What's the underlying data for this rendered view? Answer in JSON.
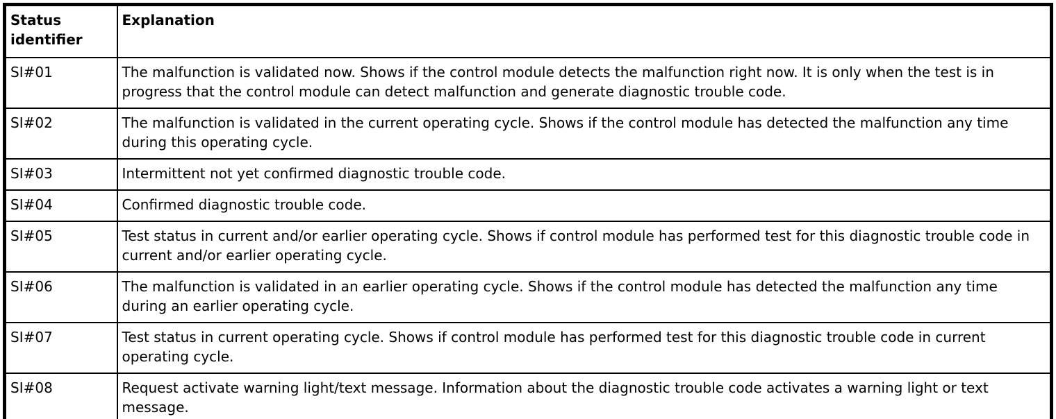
{
  "document": {
    "kind": "status-identifier-reference-table",
    "colors": {
      "border": "#000000",
      "background": "#ffffff",
      "text": "#000000"
    }
  },
  "table": {
    "columns": [
      {
        "label": "Status identifier"
      },
      {
        "label": "Explanation"
      }
    ],
    "rows": [
      {
        "id": "SI#01",
        "explanation": "The malfunction is validated now. Shows if the control module detects the malfunction right now. It is only when the test is in progress that the control module can detect malfunction and generate diagnostic trouble code."
      },
      {
        "id": "SI#02",
        "explanation": "The malfunction is validated in the current operating cycle. Shows if the control module has detected the malfunction any time during this operating cycle."
      },
      {
        "id": "SI#03",
        "explanation": "Intermittent not yet confirmed diagnostic trouble code."
      },
      {
        "id": "SI#04",
        "explanation": "Confirmed diagnostic trouble code."
      },
      {
        "id": "SI#05",
        "explanation": "Test status in current and/or earlier operating cycle. Shows if control module has performed test for this diagnostic trouble code in current and/or earlier operating cycle."
      },
      {
        "id": "SI#06",
        "explanation": "The malfunction is validated in an earlier operating cycle. Shows if the control module has detected the malfunction any time during an earlier operating cycle."
      },
      {
        "id": "SI#07",
        "explanation": "Test status in current operating cycle. Shows if control module has performed test for this diagnostic trouble code in current operating cycle."
      },
      {
        "id": "SI#08",
        "explanation": "Request activate warning light/text message. Information about the diagnostic trouble code activates a warning light or text message."
      }
    ]
  }
}
